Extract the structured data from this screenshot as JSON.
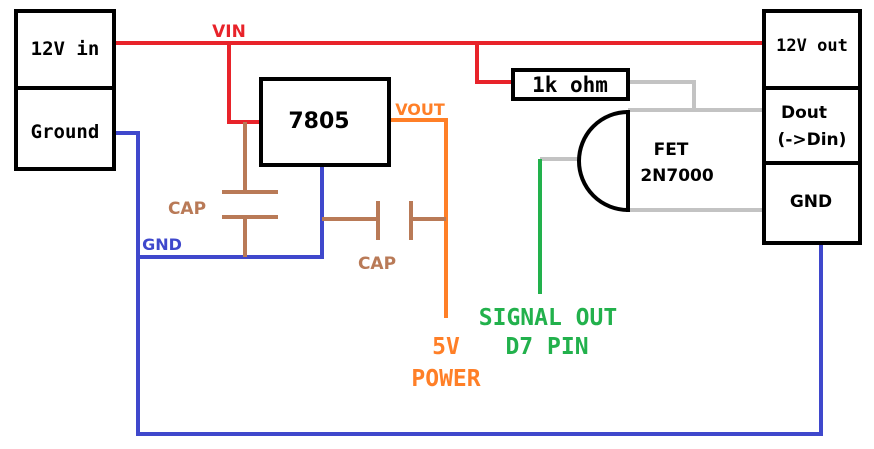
{
  "colors": {
    "vin": "#e8232a",
    "gnd": "#3f48cc",
    "vout": "#ff7f27",
    "cap": "#b97a57",
    "signal": "#22b14c",
    "gray": "#c3c3c3",
    "black": "#000000"
  },
  "connectors": {
    "input": {
      "top": "12V in",
      "bottom": "Ground"
    },
    "output": {
      "top": "12V out",
      "middle_line1": "Dout",
      "middle_line2": "(->Din)",
      "bottom": "GND"
    }
  },
  "regulator": {
    "label": "7805"
  },
  "resistor": {
    "label": "1k ohm"
  },
  "transistor": {
    "line1": "FET",
    "line2": "2N7000"
  },
  "wire_labels": {
    "vin": "VIN",
    "vout": "VOUT",
    "gnd": "GND",
    "cap1": "CAP",
    "cap2": "CAP"
  },
  "outputs": {
    "power_line1": "5V",
    "power_line2": "POWER",
    "signal_line1": "SIGNAL OUT",
    "signal_line2": "D7 PIN"
  }
}
